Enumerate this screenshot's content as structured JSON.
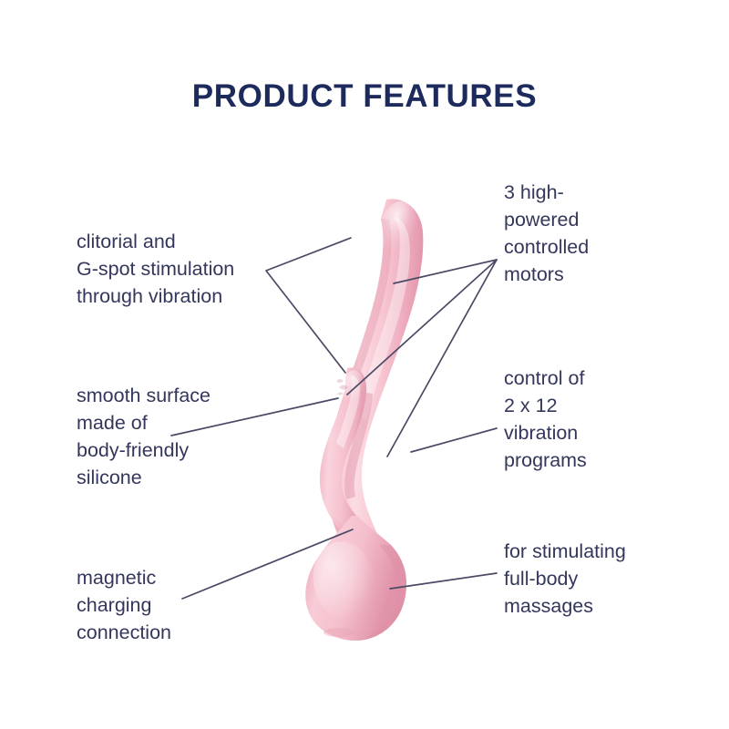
{
  "page": {
    "title": "PRODUCT FEATURES",
    "background_color": "#ffffff",
    "title_color": "#1d2a5c",
    "text_color": "#34375c",
    "leader_line_color": "#4b4a66"
  },
  "product": {
    "name": "rabbit-vibrator",
    "body_color_light": "#f8cdd6",
    "body_color_mid": "#f3b0c0",
    "body_color_shadow": "#e191a6",
    "highlight_color": "#fde3e9",
    "brand_mark": "satisfyer-logo-mark"
  },
  "callouts": {
    "left": [
      {
        "id": "clitoral",
        "text": "clitorial and\nG-spot stimulation\nthrough vibration",
        "leader": "bracket-two-branches"
      },
      {
        "id": "smooth",
        "text": "smooth surface\nmade of\nbody-friendly\nsilicone",
        "leader": "single-line"
      },
      {
        "id": "magnetic",
        "text": "magnetic\ncharging\nconnection",
        "leader": "single-line"
      }
    ],
    "right": [
      {
        "id": "motors",
        "text": "3 high-\npowered\ncontrolled\nmotors",
        "leader": "fan-three-branches"
      },
      {
        "id": "programs",
        "text": "control of\n2 x 12\nvibration\nprograms",
        "leader": "single-line"
      },
      {
        "id": "massages",
        "text": "for stimulating\nfull-body\nmassages",
        "leader": "single-line"
      }
    ]
  }
}
